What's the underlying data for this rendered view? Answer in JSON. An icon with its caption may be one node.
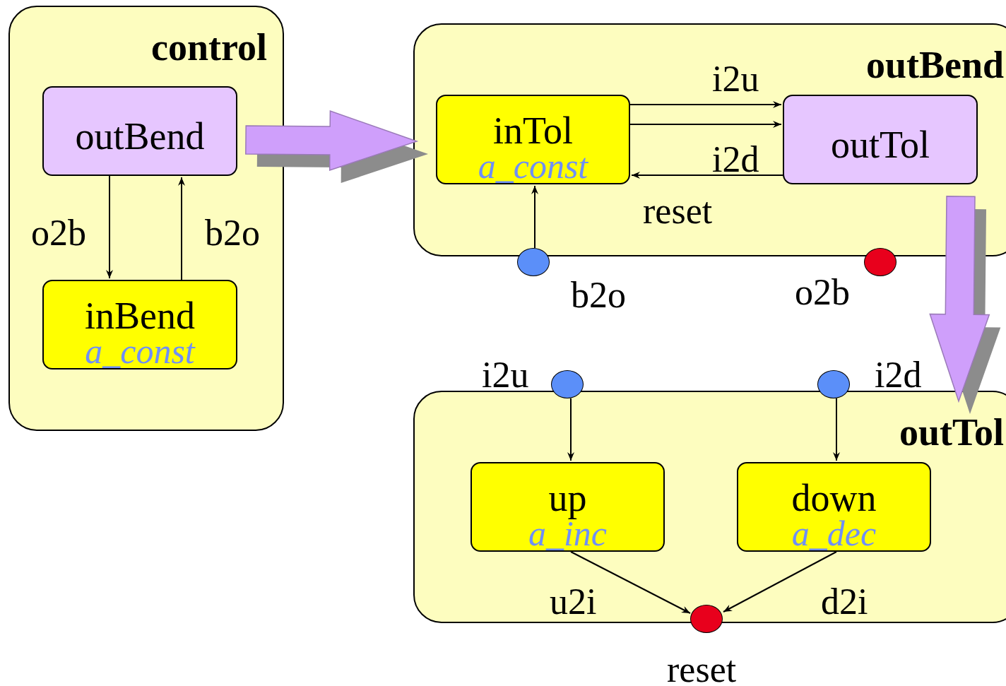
{
  "diagram": {
    "nodes": [
      {
        "text": [
          "control"
        ]
      },
      {
        "text": [
          "outBend"
        ],
        "in": 0
      },
      {
        "text": [
          "inBend",
          "a_const"
        ],
        "in": 0
      },
      {
        "text": [
          "outBend"
        ]
      },
      {
        "text": [
          "inTol",
          "a_const"
        ],
        "in": 3
      },
      {
        "text": [
          "outTol"
        ],
        "in": 3
      },
      {
        "text": [],
        "shape": "circle",
        "beside": [
          "b2o"
        ]
      },
      {
        "text": [],
        "shape": "circle",
        "beside": [
          "o2b"
        ]
      },
      {
        "text": [
          "outTol"
        ]
      },
      {
        "text": [],
        "shape": "circle",
        "beside": [
          "i2u"
        ]
      },
      {
        "text": [],
        "shape": "circle",
        "beside": [
          "i2d"
        ]
      },
      {
        "text": [
          "up",
          "a_inc"
        ],
        "in": 8
      },
      {
        "text": [
          "down",
          "a_dec"
        ],
        "in": 8
      },
      {
        "text": [],
        "shape": "circle",
        "beside": [
          "reset"
        ]
      }
    ],
    "edges": [
      {
        "from": 1,
        "to": 2,
        "arrow": "to",
        "label": "o2b"
      },
      {
        "from": 2,
        "to": 1,
        "arrow": "to",
        "label": "b2o"
      },
      {
        "from": 1,
        "to": 3,
        "arrow": "to",
        "style": "thick",
        "color": "#cf9ffb"
      },
      {
        "from": 4,
        "to": 5,
        "arrow": "to",
        "label": "i2u"
      },
      {
        "from": 4,
        "to": 5,
        "arrow": "to",
        "label": "i2d"
      },
      {
        "from": 5,
        "to": 4,
        "arrow": "to",
        "label": "reset"
      },
      {
        "from": 6,
        "to": 4,
        "arrow": "to"
      },
      {
        "from": 5,
        "to": 8,
        "arrow": "to",
        "style": "thick",
        "color": "#cf9ffb"
      },
      {
        "from": 9,
        "to": 11,
        "arrow": "to"
      },
      {
        "from": 10,
        "to": 12,
        "arrow": "to"
      },
      {
        "from": 11,
        "to": 13,
        "arrow": "to",
        "label": "u2i"
      },
      {
        "from": 12,
        "to": 13,
        "arrow": "to",
        "label": "d2i"
      }
    ]
  }
}
